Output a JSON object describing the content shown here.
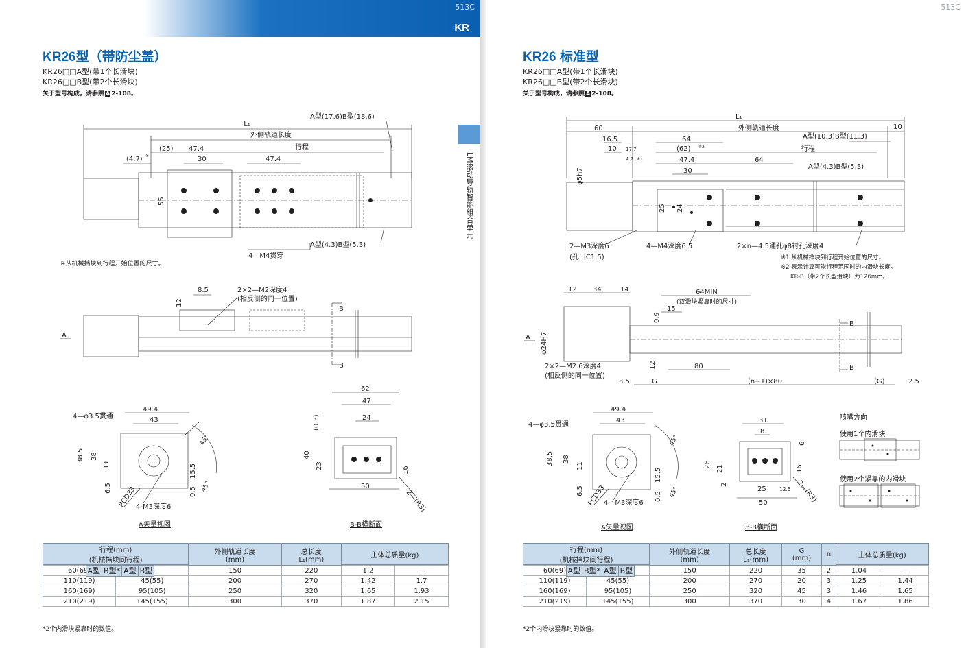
{
  "left": {
    "page_number": "513C",
    "band_tag": "KR",
    "title": "KR26型（带防尘盖）",
    "subtitle_a": "KR26□□A型(带1个长滑块)",
    "subtitle_b": "KR26□□B型(带2个长滑块)",
    "ref_prefix": "关于型号构成，请参照",
    "ref_box": "A",
    "ref_page": "2-108",
    "ref_suffix": "。",
    "side_text": "LM滚动导轨智能组合单元",
    "note_stroke": "※从机械挡块到行程开始位置的尺寸。",
    "dims_top": {
      "L1": "L₁",
      "outer_rail": "外侧轨道长度",
      "stroke": "行程",
      "d25": "(25)",
      "d474": "47.4",
      "d474b": "47.4",
      "d30": "30",
      "d47": "(4.7)",
      "mark": "※",
      "d55": "55",
      "typeA_B_top": "A型(17.6)B型(18.6)",
      "typeA_B_bot": "A型(4.3)B型(5.3)",
      "m4": "4—M4贯穿"
    },
    "dims_side": {
      "d85": "8.5",
      "m2": "2×2—M2深度4",
      "m2b": "(相反侧的同一位置)",
      "d12": "12",
      "B": "B",
      "A": "A"
    },
    "view_a": {
      "d494": "49.4",
      "d43": "43",
      "hole": "4—φ3.5贯通",
      "d385": "38.5",
      "d38": "38",
      "d11": "11",
      "d65": "6.5",
      "d155": "15.5",
      "d05": "0.5",
      "a45": "45°",
      "a45b": "45°",
      "pcd": "PCD33",
      "m3": "4-M3深度6",
      "caption": "A矢量视图"
    },
    "view_b": {
      "d62": "62",
      "d47": "47",
      "d24": "24",
      "d03": "(0.3)",
      "d40": "40",
      "d23": "23",
      "d16": "16",
      "d50": "50",
      "r3": "2—(R3)",
      "caption": "B-B横断面"
    },
    "table": {
      "h_stroke": "行程(mm)",
      "h_stroke2": "(机械挡块间行程)",
      "h_rail": "外侧轨道长度",
      "h_rail_unit": "(mm)",
      "h_total": "总长度",
      "h_total_unit": "L₁(mm)",
      "h_mass": "主体总质量(kg)",
      "sub_a": "A型",
      "sub_b": "B型*",
      "sub_ma": "A型",
      "sub_mb": "B型",
      "rows": [
        [
          "60(69)",
          "—",
          "150",
          "220",
          "1.2",
          "—"
        ],
        [
          "110(119)",
          "45(55)",
          "200",
          "270",
          "1.42",
          "1.7"
        ],
        [
          "160(169)",
          "95(105)",
          "250",
          "320",
          "1.65",
          "1.93"
        ],
        [
          "210(219)",
          "145(155)",
          "300",
          "370",
          "1.87",
          "2.15"
        ]
      ]
    },
    "footnote": "*2个内滑块紧靠时的数值。"
  },
  "right": {
    "page_number": "513C",
    "title": "KR26 标准型",
    "subtitle_a": "KR26□□A型(带1个长滑块)",
    "subtitle_b": "KR26□□B型(带2个长滑块)",
    "ref_prefix": "关于型号构成，请参照",
    "ref_box": "A",
    "ref_page": "2-108",
    "ref_suffix": "。",
    "dims_top": {
      "L1": "L₁",
      "d60": "60",
      "outer_rail": "外侧轨道长度",
      "d10": "10",
      "d165": "16.5",
      "d10b": "10",
      "d177": "17.7",
      "d47": "4.7",
      "m1": "※1",
      "d64": "64",
      "d62": "(62)",
      "m2": "※2",
      "typeA_B_top": "A型(10.3)B型(11.3)",
      "stroke": "行程",
      "d474": "47.4",
      "d64b": "64",
      "d30": "30",
      "typeA_B_mid": "A型(4.3)B型(5.3)",
      "h7": "φ5h7",
      "d25": "25",
      "d24": "24",
      "m3": "2—M3深度6",
      "m3b": "(孔口C1.5)",
      "m4": "4—M4深度6.5",
      "holes": "2×n—4.5通孔φ8衬孔深度4",
      "note1": "※1  从机械挡块到行程开始位置的尺寸。",
      "note2": "※2  表示计算可能行程范围时的内滑块长度。",
      "note3": "KR-B（带2个长型滑块）为126mm。"
    },
    "dims_side": {
      "d12": "12",
      "d34": "34",
      "d14": "14",
      "min": "64MIN",
      "min2": "(双滑块紧靠时的尺寸)",
      "d15": "15",
      "d09": "0.9",
      "B": "B",
      "A": "A",
      "h7": "φ24H7",
      "m26": "2×2—M2.6深度4",
      "m26b": "(相反侧的同一位置)",
      "d35": "3.5",
      "d12b": "12",
      "d80": "80",
      "G": "G",
      "n80": "(n−1)×80",
      "Gp": "(G)",
      "d25": "2.5"
    },
    "view_a": {
      "d494": "49.4",
      "d43": "43",
      "hole": "4—φ3.5贯通",
      "d385": "38.5",
      "d38": "38",
      "d11": "11",
      "d65": "6.5",
      "d155": "15.5",
      "d05": "0.5",
      "a45": "45°",
      "a45b": "45°",
      "pcd": "PCD33",
      "m3": "4—M3深度6",
      "caption": "A矢量视图"
    },
    "view_b": {
      "d31": "31",
      "d8": "8",
      "d6": "6",
      "d26": "26",
      "d21": "21",
      "d2": "2",
      "d16": "16",
      "d25": "25",
      "d125": "12.5",
      "d50": "50",
      "r3": "2—(R3)",
      "caption": "B-B横断面"
    },
    "nozzle": {
      "title": "喷嘴方向",
      "one": "使用1个内滑块",
      "two": "使用2个紧靠的内滑块"
    },
    "table": {
      "h_stroke": "行程(mm)",
      "h_stroke2": "(机械挡块间行程)",
      "h_rail": "外侧轨道长度",
      "h_rail_unit": "(mm)",
      "h_total": "总长度",
      "h_total_unit": "L₁(mm)",
      "h_g": "G",
      "h_g_unit": "(mm)",
      "h_n": "n",
      "h_mass": "主体总质量(kg)",
      "sub_a": "A型",
      "sub_b": "B型*",
      "sub_ma": "A型",
      "sub_mb": "B型",
      "rows": [
        [
          "60(69)",
          "—",
          "150",
          "220",
          "35",
          "2",
          "1.04",
          "—"
        ],
        [
          "110(119)",
          "45(55)",
          "200",
          "270",
          "20",
          "3",
          "1.25",
          "1.44"
        ],
        [
          "160(169)",
          "95(105)",
          "250",
          "320",
          "45",
          "3",
          "1.46",
          "1.65"
        ],
        [
          "210(219)",
          "145(155)",
          "300",
          "370",
          "30",
          "4",
          "1.67",
          "1.86"
        ]
      ]
    },
    "footnote": "*2个内滑块紧靠时的数值。"
  }
}
